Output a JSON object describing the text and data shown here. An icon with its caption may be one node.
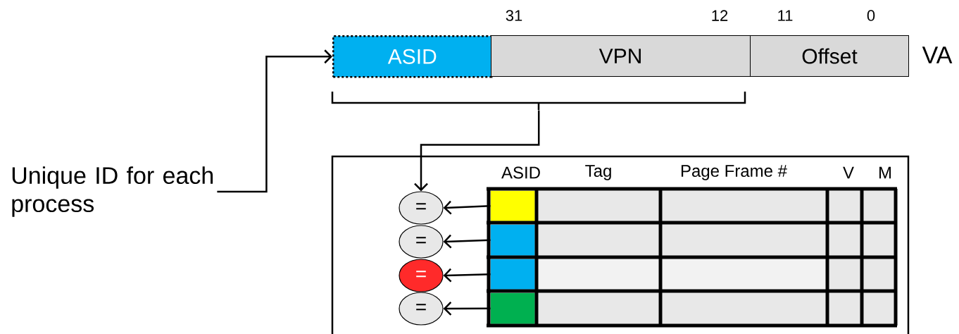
{
  "diagram": {
    "nodes": [
      {
        "text": [
          "Unique ID for each process"
        ]
      },
      {
        "text": [
          "ASID"
        ]
      },
      {
        "text": [
          "VPN"
        ]
      },
      {
        "text": [
          "Offset"
        ]
      },
      {
        "text": [],
        "shape": "bracket"
      },
      {
        "text": [],
        "shape": "box"
      },
      {
        "text": [
          "="
        ],
        "in": 5
      },
      {
        "text": [
          "="
        ],
        "in": 5
      },
      {
        "text": [
          "="
        ],
        "in": 5
      },
      {
        "text": [
          "="
        ],
        "in": 5
      },
      {
        "text": [],
        "shape": "box",
        "in": 5
      },
      {
        "text": [],
        "shape": "box",
        "in": 5
      },
      {
        "text": [],
        "shape": "box",
        "in": 5
      },
      {
        "text": [],
        "shape": "box",
        "in": 5
      }
    ],
    "edges": [
      {
        "from": 0,
        "to": 1,
        "arrow": "to"
      },
      {
        "from": 4,
        "to": 6,
        "arrow": "to"
      },
      {
        "from": 10,
        "to": 6,
        "arrow": "to"
      },
      {
        "from": 11,
        "to": 7,
        "arrow": "to"
      },
      {
        "from": 12,
        "to": 8,
        "arrow": "to"
      },
      {
        "from": 13,
        "to": 9,
        "arrow": "to"
      }
    ],
    "labels": [
      "31",
      "12",
      "11",
      "0",
      "VA",
      "ASID",
      "Tag",
      "Page Frame #",
      "V",
      "M"
    ]
  }
}
